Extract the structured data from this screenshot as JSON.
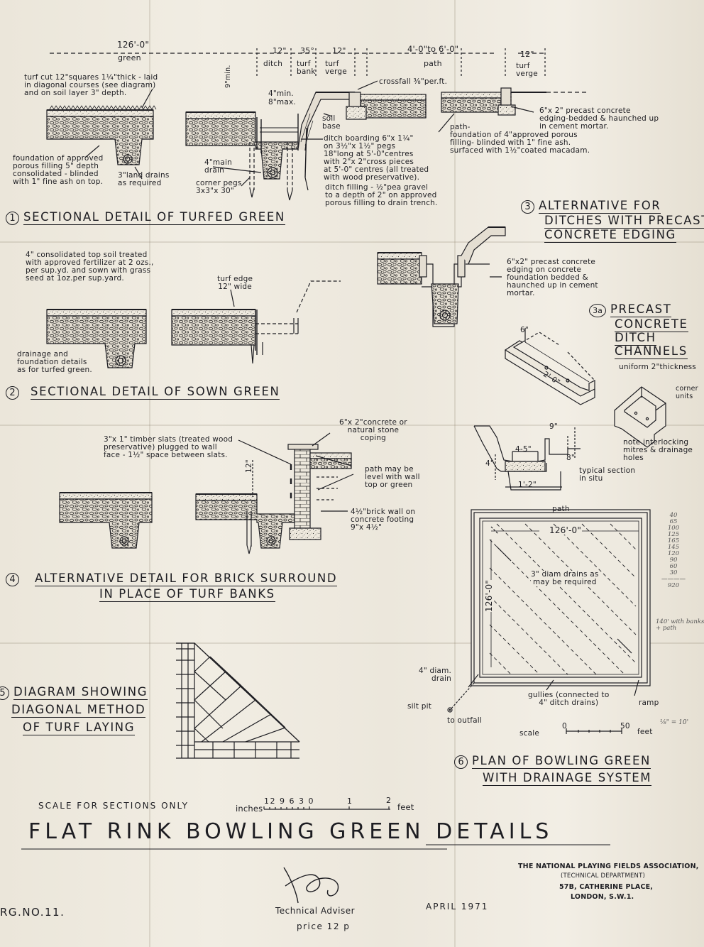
{
  "title": "FLAT RINK BOWLING GREEN DETAILS",
  "sections": {
    "s1": {
      "num": "1",
      "label": "SECTIONAL DETAIL OF TURFED GREEN"
    },
    "s2": {
      "num": "2",
      "label": "SECTIONAL DETAIL OF SOWN GREEN"
    },
    "s3": {
      "num": "3",
      "label_l1": "ALTERNATIVE FOR",
      "label_l2": "DITCHES WITH PRECAST",
      "label_l3": "CONCRETE EDGING"
    },
    "s3a": {
      "num": "3a",
      "label_l1": "PRECAST",
      "label_l2": "CONCRETE",
      "label_l3": "DITCH",
      "label_l4": "CHANNELS"
    },
    "s4": {
      "num": "4",
      "label_l1": "ALTERNATIVE DETAIL FOR BRICK SURROUND",
      "label_l2": "IN PLACE OF TURF BANKS"
    },
    "s5": {
      "num": "5",
      "label_l1": "DIAGRAM SHOWING",
      "label_l2": "DIAGONAL METHOD",
      "label_l3": "OF TURF LAYING"
    },
    "s6": {
      "num": "6",
      "label_l1": "PLAN OF BOWLING GREEN",
      "label_l2": "WITH DRAINAGE SYSTEM"
    }
  },
  "dims": {
    "green_width": "126'-0\"",
    "green": "green",
    "d12a": "12\"",
    "d35": "35°",
    "d12b": "12\"",
    "path_range": "4'-0\"to 6'-0\"",
    "path": "path",
    "d12c": "12\"",
    "ditch": "ditch",
    "turf_bank": "turf\nbank",
    "turf_verge": "turf\nverge",
    "turf_verge2": "turf\nverge",
    "min9": "9\"min.",
    "min4": "4\"min.",
    "max8": "8\"max."
  },
  "notes": {
    "turf_cut": "turf cut 12\"squares 1¼\"thick - laid\nin diagonal courses (see diagram)\nand on soil layer 3\" depth.",
    "crossfall": "crossfall ⅜\"per.ft.",
    "precast_edge1": "6\"x 2\" precast concrete\nedging-bedded & haunched up\nin cement mortar.",
    "path_found": "path-\nfoundation of 4\"approved porous\nfilling- blinded with 1\" fine ash.\nsurfaced with 1½\"coated macadam.",
    "soil_base": "soil\nbase",
    "ditch_boarding": "ditch boarding 6\"x 1¼\"\non 3½\"x 1½\" pegs\n18\"long at 5'-0\"centres\nwith 2\"x 2\"cross pieces\nat 5'-0\" centres (all treated\nwith wood preservative).",
    "ditch_filling": "ditch filling - ½\"pea gravel\nto a depth of 2\" on approved\nporous filling to drain trench.",
    "foundation": "foundation of approved\nporous filling 5\" depth\nconsolidated - blinded\nwith 1\" fine ash on top.",
    "land_drains": "3\"land drains\nas required",
    "main_drain": "4\"main\ndrain",
    "corner_pegs": "corner pegs\n3x3\"x 30\"",
    "topsoil": "4\" consolidated top soil treated\nwith approved fertilizer at 2 ozs.,\nper sup.yd. and sown with grass\nseed at 1oz.per sup.yard.",
    "turf_edge": "turf edge\n12\" wide",
    "drainage_found": "drainage and\nfoundation details\nas for turfed green.",
    "precast_edge3": "6\"x2\" precast concrete\nedging on concrete\nfoundation bedded &\nhaunched up in cement\nmortar.",
    "uniform": "uniform 2\"thickness",
    "dim6": "6\"",
    "dim2": "2'-0\"",
    "corner_units": "corner\nunits",
    "interlocking": "note interlocking\nmitres & drainage\nholes",
    "d9": "9\"",
    "d45": "4-5\"",
    "d8": "8\"",
    "d4": "4\"",
    "d12ft": "1'-2\"",
    "typical_section": "typical section\nin situ",
    "timber_slats": "3\"x 1\" timber slats (treated wood\npreservative) plugged to wall\nface - 1½\" space between slats.",
    "coping": "6\"x 2\"concrete or\nnatural stone\ncoping",
    "path_level": "path may be\nlevel with wall\ntop or green",
    "brick_wall": "4½\"brick wall on\nconcrete footing\n9\"x 4½\"",
    "d12wall": "12\"",
    "plan_path": "path",
    "plan_126h": "126'-0\"",
    "plan_126v": "126'-0\"",
    "drains_note": "3\" diam drains as\nmay be required",
    "drain4": "4\" diam.\ndrain",
    "silt_pit": "silt pit",
    "to_outfall": "to outfall",
    "gullies": "gullies (connected to\n4\" ditch drains)",
    "ramp": "ramp",
    "scale_word": "scale",
    "scale_0": "0",
    "scale_50": "50",
    "scale_feet": "feet",
    "scale_ratio": "⅛\" = 10'"
  },
  "scale_bar": {
    "label": "SCALE  FOR SECTIONS ONLY",
    "inches": "inches",
    "ticks": "12 9 6 3 0",
    "one": "1",
    "two": "2",
    "feet": "feet"
  },
  "footer": {
    "org_l1": "THE NATIONAL PLAYING FIELDS ASSOCIATION,",
    "org_l2": "(TECHNICAL DEPARTMENT)",
    "org_l3": "57B, CATHERINE PLACE,",
    "org_l4": "LONDON, S.W.1.",
    "date": "APRIL 1971",
    "adviser": "Technical Adviser",
    "price": "price 12 p",
    "ref": "RG.NO.11."
  },
  "pencil": {
    "column": "40\n65\n100\n125\n165\n145\n120\n90\n60\n30\n————\n920",
    "note": "140' with banks\n+ path"
  }
}
